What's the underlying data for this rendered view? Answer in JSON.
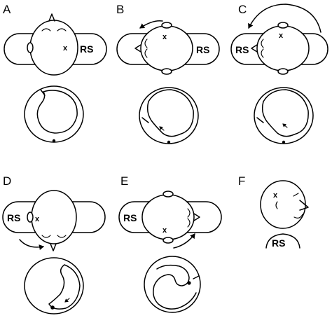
{
  "panels": [
    {
      "letter": "A",
      "body_label": "RS",
      "marker": "x"
    },
    {
      "letter": "B",
      "body_label": "RS",
      "marker": "x"
    },
    {
      "letter": "C",
      "body_label": "RS",
      "marker": "x"
    },
    {
      "letter": "D",
      "body_label": "RS",
      "marker": "x"
    },
    {
      "letter": "E",
      "body_label": "RS",
      "marker": "x"
    },
    {
      "letter": "F",
      "body_label": "RS",
      "marker": "x"
    }
  ],
  "icons": {
    "rotation_arrow": "curved-arrow-icon",
    "flow_arrow": "small-arrow-icon"
  }
}
